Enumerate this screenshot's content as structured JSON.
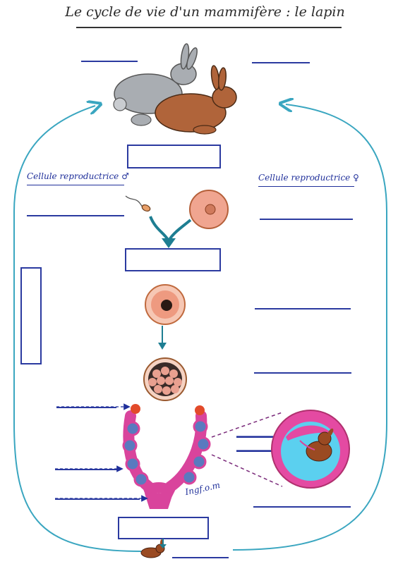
{
  "title": "Le cycle de vie d'un mammifère : le lapin",
  "labels": {
    "male_cell": "Cellule reproductrice ♂",
    "female_cell": "Cellule reproductrice ♀"
  },
  "signature": "Ingf.o.m",
  "colors": {
    "cycle_arrow": "#3aa6c0",
    "blank_lines": "#2b3aa0",
    "uterus": "#d9449c",
    "egg": "#f0a590",
    "embryo": "#9a4a22"
  }
}
